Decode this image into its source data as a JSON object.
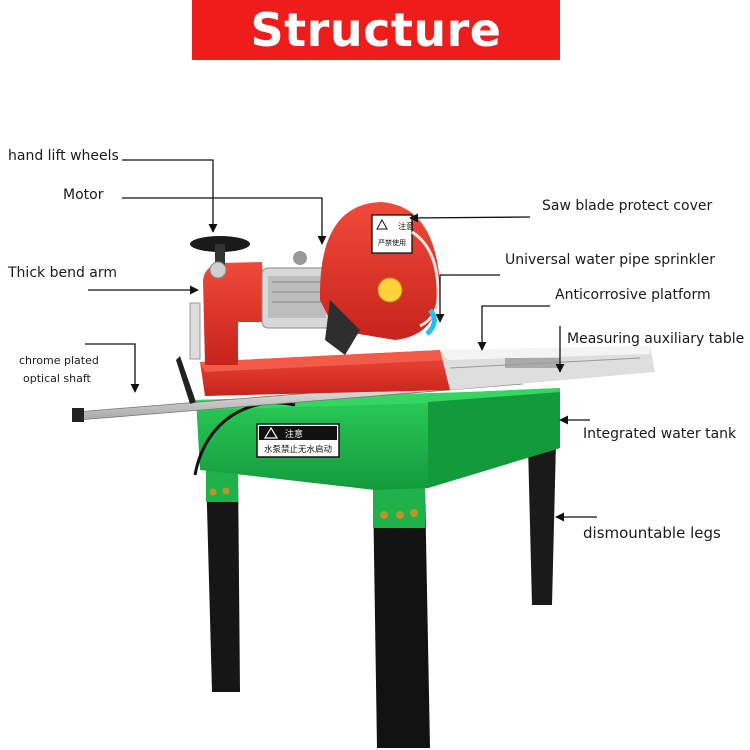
{
  "title": "Structure",
  "colors": {
    "header_bg": "#ef1c1c",
    "header_text": "#ffffff",
    "saw_body": "#e8322b",
    "stand": "#1fb14a",
    "legs": "#161616",
    "table_surface": "#dcdcdc"
  },
  "labels": {
    "hand_lift_wheels": "hand lift wheels",
    "motor": "Motor",
    "thick_bend_arm": "Thick bend arm",
    "chrome_plated": "chrome plated",
    "optical_shaft": "optical shaft",
    "saw_blade_protect_cover": "Saw blade protect cover",
    "universal_water_pipe_sprinkler": "Universal water pipe sprinkler",
    "anticorrosive_platform": "Anticorrosive platform",
    "measuring_auxiliary_table": "Measuring auxiliary table",
    "integrated_water_tank": "Integrated water tank",
    "dismountable_legs": "dismountable legs"
  },
  "machine_text": {
    "warning_sign": "注意",
    "warning_line": "水泵禁止无水启动",
    "cover_warning": "注意",
    "cover_line": "严禁使用"
  },
  "icons": [
    "warning-triangle-icon"
  ]
}
